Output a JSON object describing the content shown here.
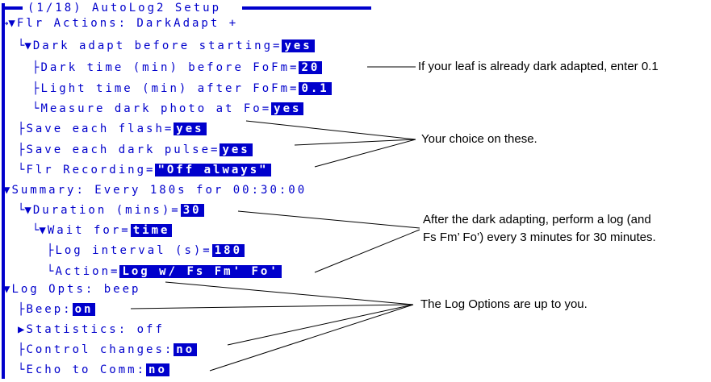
{
  "window": {
    "title": "(1/18) AutoLog2 Setup"
  },
  "rows": [
    {
      "prefix": "→▼",
      "label": "Flr Actions: DarkAdapt +",
      "value": null
    },
    {
      "prefix": "└▼",
      "label": "Dark adapt before starting=",
      "value": "yes"
    },
    {
      "prefix": "├",
      "label": "Dark time (min) before FoFm=",
      "value": "20"
    },
    {
      "prefix": "├",
      "label": "Light time (min) after FoFm=",
      "value": "0.1"
    },
    {
      "prefix": "└",
      "label": "Measure dark photo at Fo=",
      "value": "yes"
    },
    {
      "prefix": "├",
      "label": "Save each flash=",
      "value": "yes"
    },
    {
      "prefix": "├",
      "label": "Save each dark pulse=",
      "value": "yes"
    },
    {
      "prefix": "└",
      "label": "Flr Recording=",
      "value": "\"Off always\""
    },
    {
      "prefix": "▼",
      "label": "Summary: Every 180s for 00:30:00",
      "value": null
    },
    {
      "prefix": "└▼",
      "label": "Duration (mins)=",
      "value": "30"
    },
    {
      "prefix": "└▼",
      "label": "Wait for=",
      "value": "time"
    },
    {
      "prefix": "├",
      "label": "Log interval (s)=",
      "value": "180"
    },
    {
      "prefix": "└",
      "label": "Action=",
      "value": "Log w/ Fs Fm' Fo'"
    },
    {
      "prefix": "▼",
      "label": "Log Opts: beep",
      "value": null
    },
    {
      "prefix": "├",
      "label": "Beep:",
      "value": "on"
    },
    {
      "prefix": "▶",
      "label": "Statistics: off",
      "value": null
    },
    {
      "prefix": "├",
      "label": "Control changes:",
      "value": "no"
    },
    {
      "prefix": "└",
      "label": "Echo to Comm:",
      "value": "no"
    }
  ],
  "notes": {
    "dark_adapted": "If your leaf is already dark adapted, enter 0.1",
    "your_choice": "Your choice on these.",
    "after_dark_line1": "After the dark adapting, perform a log (and",
    "after_dark_line2": "Fs Fm’ Fo’) every 3 minutes for 30 minutes.",
    "log_options": "The Log Options are up to you."
  },
  "colors": {
    "menu_blue": "#0000cc",
    "highlight_text": "#ffffff",
    "annotation": "#000000"
  }
}
